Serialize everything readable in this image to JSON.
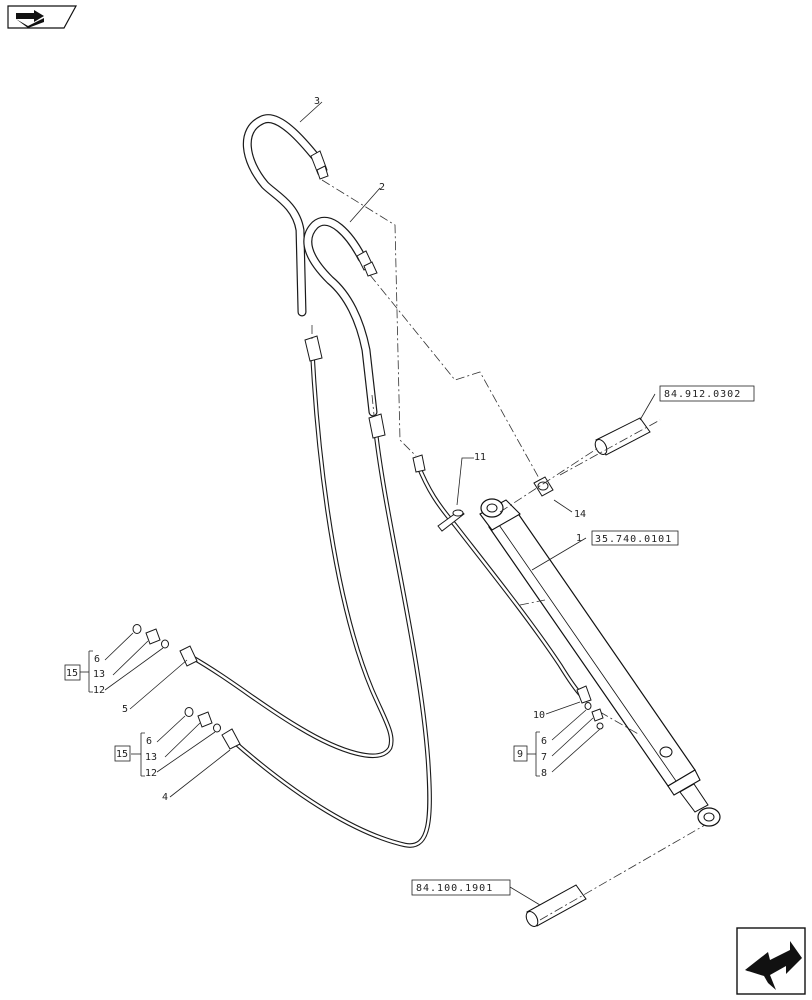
{
  "callouts": [
    "1",
    "2",
    "3",
    "4",
    "5",
    "6",
    "7",
    "8",
    "9",
    "10",
    "11",
    "12",
    "13",
    "14",
    "15"
  ],
  "reference_boxes": {
    "cylinder_ref": "35.740.0101",
    "upper_pin_ref": "84.912.0302",
    "lower_pin_ref": "84.100.1901"
  },
  "groups": {
    "group_15_top": {
      "label": "15",
      "items": [
        "6",
        "13",
        "12"
      ]
    },
    "group_15_bottom": {
      "label": "15",
      "items": [
        "6",
        "13",
        "12"
      ]
    },
    "group_9": {
      "label": "9",
      "items": [
        "6",
        "7",
        "8"
      ]
    }
  },
  "icons": {
    "top_left": "navigation-arrow-icon",
    "bottom_right": "next-page-arrow-icon"
  }
}
